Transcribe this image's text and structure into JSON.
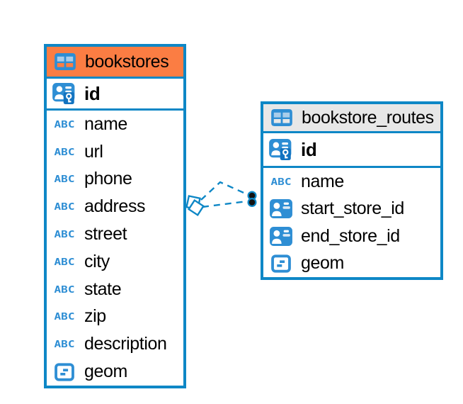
{
  "diagram": {
    "type": "entity-relationship",
    "background": "#ffffff"
  },
  "colors": {
    "accent_blue": "#0e87c6",
    "icon_blue": "#2e8ed4",
    "icon_blue_dark": "#1273c0",
    "orange_header": "#fb7d43",
    "gray_header": "#e7e7e7"
  },
  "icons": {
    "text_type_glyph": "ABC",
    "table_icon": "table-grid",
    "primary_key_icon": "person-card-with-key",
    "reference_icon": "person-card",
    "object_type_icon": "square-with-dashes"
  },
  "tables": [
    {
      "title": "bookstores",
      "header_style": "orange",
      "primary_key": {
        "name": "id",
        "icon": "person-card-with-key"
      },
      "columns": [
        {
          "name": "name",
          "icon": "text-type"
        },
        {
          "name": "url",
          "icon": "text-type"
        },
        {
          "name": "phone",
          "icon": "text-type"
        },
        {
          "name": "address",
          "icon": "text-type"
        },
        {
          "name": "street",
          "icon": "text-type"
        },
        {
          "name": "city",
          "icon": "text-type"
        },
        {
          "name": "state",
          "icon": "text-type"
        },
        {
          "name": "zip",
          "icon": "text-type"
        },
        {
          "name": "description",
          "icon": "text-type"
        },
        {
          "name": "geom",
          "icon": "object-type"
        }
      ]
    },
    {
      "title": "bookstore_routes",
      "header_style": "gray",
      "primary_key": {
        "name": "id",
        "icon": "person-card-with-key"
      },
      "columns": [
        {
          "name": "name",
          "icon": "text-type"
        },
        {
          "name": "start_store_id",
          "icon": "reference"
        },
        {
          "name": "end_store_id",
          "icon": "reference"
        },
        {
          "name": "geom",
          "icon": "object-type"
        }
      ]
    }
  ],
  "relationships": [
    {
      "from_table": "bookstores",
      "to_table": "bookstore_routes",
      "line_style": "dashed",
      "from_marker": "diamond",
      "to_marker": "dot"
    },
    {
      "from_table": "bookstores",
      "to_table": "bookstore_routes",
      "line_style": "dashed",
      "from_marker": "diamond",
      "to_marker": "dot"
    }
  ]
}
